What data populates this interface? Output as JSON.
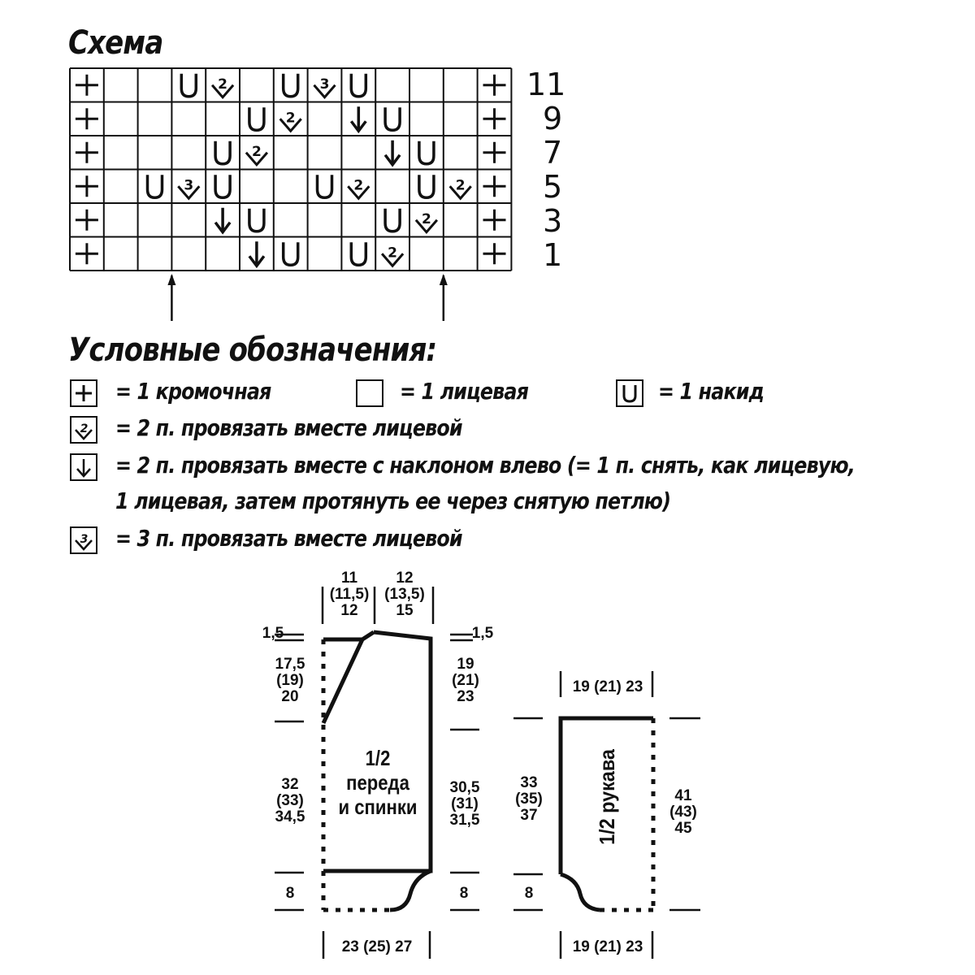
{
  "chart": {
    "title": "Схема",
    "row_numbers": [
      "11",
      "9",
      "7",
      "5",
      "3",
      "1"
    ],
    "rows": [
      [
        "+",
        "",
        "",
        "U",
        "k2",
        "",
        "U",
        "k3",
        "U",
        "",
        "",
        "",
        "+"
      ],
      [
        "+",
        "",
        "",
        "",
        "",
        "U",
        "k2",
        "",
        "ssk",
        "U",
        "",
        "",
        "+"
      ],
      [
        "+",
        "",
        "",
        "",
        "U",
        "k2",
        "",
        "",
        "",
        "ssk",
        "U",
        "",
        "+"
      ],
      [
        "+",
        "",
        "U",
        "k3",
        "U",
        "",
        "",
        "U",
        "k2",
        "",
        "U",
        "k2",
        "+"
      ],
      [
        "+",
        "",
        "",
        "",
        "ssk",
        "U",
        "",
        "",
        "",
        "U",
        "k2",
        "",
        "+"
      ],
      [
        "+",
        "",
        "",
        "",
        "",
        "ssk",
        "U",
        "",
        "U",
        "k2",
        "",
        "",
        "+"
      ]
    ],
    "repeat_marker_columns": [
      3,
      11
    ]
  },
  "legend": {
    "title": "Условные обозначения:",
    "items": {
      "edge": "= 1 кромочная",
      "knit": "= 1 лицевая",
      "yo": "= 1 накид",
      "k2tog": "= 2 п. провязать вместе лицевой",
      "ssk_line1": "= 2 п. провязать вместе с наклоном влево (= 1 п. снять, как лицевую,",
      "ssk_line2": "1 лицевая, затем протянуть ее через снятую петлю)",
      "k3tog": "= 3 п. провязать вместе лицевой"
    },
    "symbols": {
      "edge": "+",
      "yo": "U",
      "k2": "2",
      "k3": "3"
    }
  },
  "pattern": {
    "body": {
      "label_1": "1/2",
      "label_2": "переда",
      "label_3": "и спинки",
      "neck_width": [
        "11",
        "(11,5)",
        "12"
      ],
      "shoulder_width": [
        "12",
        "(13,5)",
        "15"
      ],
      "left_edge_step": "1,5",
      "right_edge_step": "1,5",
      "neck_depth": [
        "17,5",
        "(19)",
        "20"
      ],
      "armhole_depth": [
        "19",
        "(21)",
        "23"
      ],
      "left_length": [
        "32",
        "(33)",
        "34,5"
      ],
      "right_length": [
        "30,5",
        "(31)",
        "31,5"
      ],
      "rib_left": "8",
      "rib_right": "8",
      "bottom_width": "23 (25) 27"
    },
    "sleeve": {
      "label": "1/2 рукава",
      "top_width": "19 (21) 23",
      "bottom_width": "19 (21) 23",
      "left_length": [
        "33",
        "(35)",
        "37"
      ],
      "right_length": [
        "41",
        "(43)",
        "45"
      ],
      "rib": "8"
    }
  }
}
